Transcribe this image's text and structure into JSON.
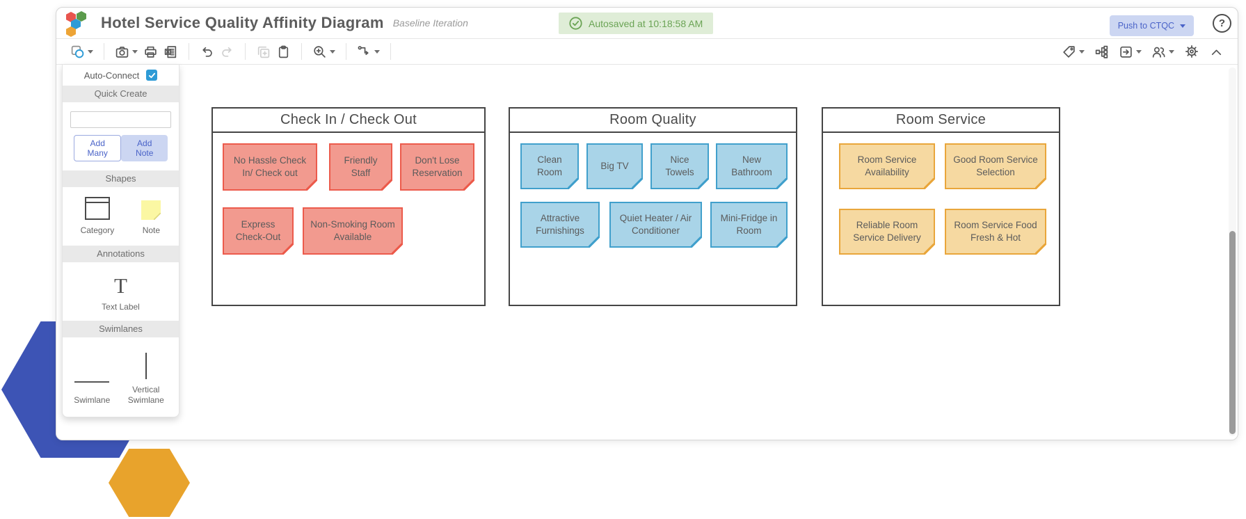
{
  "colors": {
    "accent_blue": "#2E9BD6",
    "action_blue": "#4A63C8",
    "action_blue_bg": "#CCD6F2",
    "autosave_green": "#6BA455",
    "autosave_bg": "#DFEDD7",
    "note_red_fill": "#F29A8F",
    "note_red_edge": "#EC5B4C",
    "note_blue_fill": "#A9D4E8",
    "note_blue_edge": "#41A0CC",
    "note_orange_fill": "#F6D9A1",
    "note_orange_edge": "#E9A63B",
    "decor_hexagon_blue": "#3D54B5",
    "decor_hexagon_orange": "#E8A32C",
    "logo_hexagons": [
      "#E8554E",
      "#5B9B4C",
      "#2E9BD6",
      "#EDA436"
    ]
  },
  "header": {
    "title": "Hotel Service Quality Affinity Diagram",
    "subtitle": "Baseline Iteration",
    "autosave_text": "Autosaved at 10:18:58 AM",
    "push_button_label": "Push to CTQC",
    "help_label": "?"
  },
  "toolbar": {
    "left_icons": [
      "shape-style",
      "screenshot",
      "print",
      "export-excel",
      "undo",
      "redo",
      "duplicate",
      "paste",
      "zoom-in",
      "connector-style"
    ],
    "right_icons": [
      "tag",
      "org-chart",
      "export",
      "collaborators",
      "settings",
      "collapse"
    ]
  },
  "sidebar": {
    "auto_connect_label": "Auto-Connect",
    "auto_connect_checked": true,
    "quick_create": {
      "title": "Quick Create",
      "input_value": "",
      "add_many_label": "Add Many",
      "add_note_label": "Add Note"
    },
    "shapes": {
      "title": "Shapes",
      "items": [
        {
          "label": "Category"
        },
        {
          "label": "Note"
        }
      ]
    },
    "annotations": {
      "title": "Annotations",
      "items": [
        {
          "label": "Text Label",
          "glyph": "T"
        }
      ]
    },
    "swimlanes": {
      "title": "Swimlanes",
      "items": [
        {
          "label": "Swimlane"
        },
        {
          "label": "Vertical Swimlane"
        }
      ]
    }
  },
  "canvas": {
    "categories": [
      {
        "title": "Check In / Check Out",
        "note_color": "red",
        "notes": [
          "No Hassle Check In/ Check out",
          "Friendly Staff",
          "Don't Lose Reservation",
          "Express Check-Out",
          "Non-Smoking Room Available"
        ]
      },
      {
        "title": "Room Quality",
        "note_color": "blue",
        "notes": [
          "Clean Room",
          "Big TV",
          "Nice Towels",
          "New Bathroom",
          "Attractive Furnishings",
          "Quiet Heater / Air Conditioner",
          "Mini-Fridge in Room"
        ]
      },
      {
        "title": "Room Service",
        "note_color": "orange",
        "notes": [
          "Room Service Availability",
          "Good Room Service Selection",
          "Reliable Room Service Delivery",
          "Room Service Food Fresh & Hot"
        ]
      }
    ]
  }
}
